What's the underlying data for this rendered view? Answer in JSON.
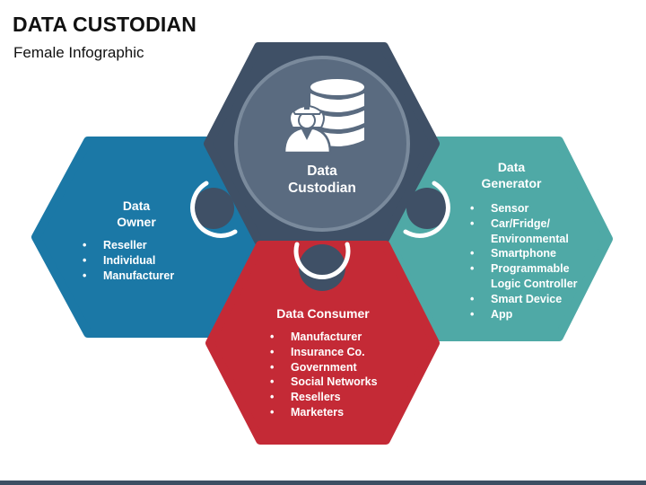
{
  "header": {
    "title": "DATA CUSTODIAN",
    "subtitle": "Female Infographic"
  },
  "colors": {
    "custodian_dark": "#3f5066",
    "custodian_circle": "#5a6b80",
    "owner": "#1b78a6",
    "consumer": "#c42a36",
    "generator": "#4fa9a6"
  },
  "center": {
    "icons": [
      "database-icon",
      "female-officer-icon"
    ],
    "label_line1": "Data",
    "label_line2": "Custodian"
  },
  "owner": {
    "label_line1": "Data",
    "label_line2": "Owner",
    "items": [
      "Reseller",
      "Individual",
      "Manufacturer"
    ]
  },
  "consumer": {
    "label": "Data Consumer",
    "items": [
      "Manufacturer",
      "Insurance Co.",
      "Government",
      "Social Networks",
      "Resellers",
      "Marketers"
    ]
  },
  "generator": {
    "label_line1": "Data",
    "label_line2": "Generator",
    "items": [
      {
        "line1": "Sensor"
      },
      {
        "line1": "Car/Fridge/",
        "line2": "Environmental"
      },
      {
        "line1": "Smartphone"
      },
      {
        "line1": "Programmable",
        "line2": "Logic Controller"
      },
      {
        "line1": "Smart Device"
      },
      {
        "line1": "App"
      }
    ]
  }
}
